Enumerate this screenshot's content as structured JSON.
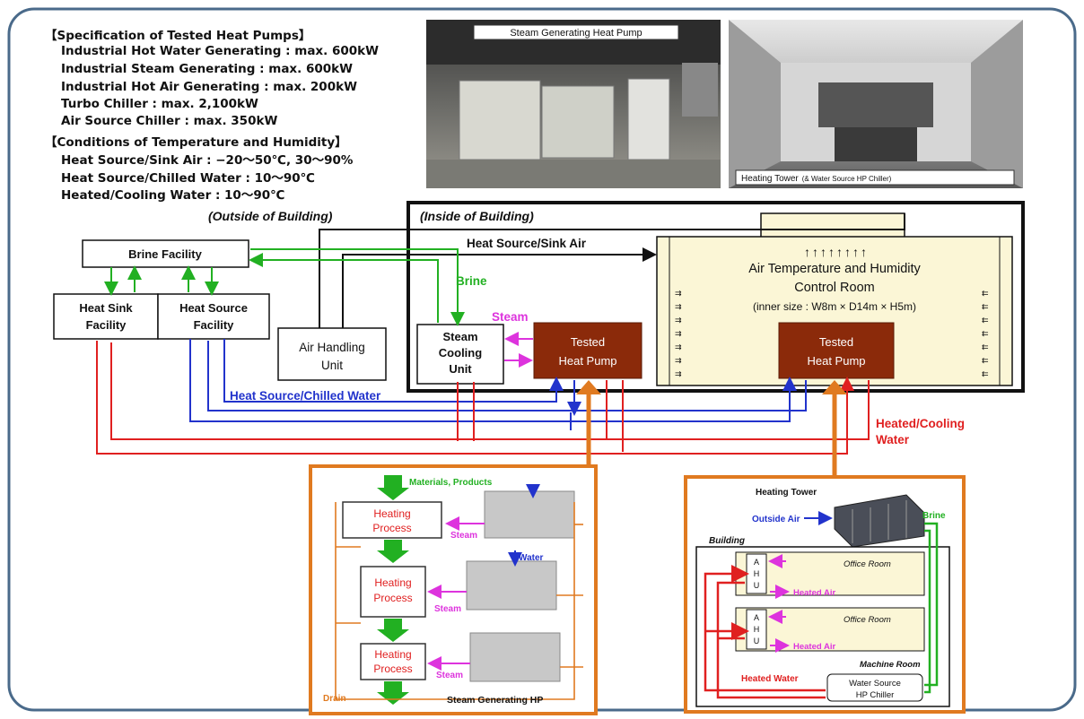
{
  "spec": {
    "heading1": "【Specification of Tested Heat Pumps】",
    "lines1": [
      "Industrial Hot Water Generating : max. 600kW",
      "Industrial Steam Generating : max. 600kW",
      "Industrial Hot Air Generating : max. 200kW",
      "Turbo Chiller : max. 2,100kW",
      "Air Source Chiller : max. 350kW"
    ],
    "heading2": "【Conditions of Temperature and Humidity】",
    "lines2": [
      "Heat Source/Sink Air : −20〜50℃, 30〜90%",
      "Heat Source/Chilled Water : 10〜90℃",
      "Heated/Cooling Water : 10〜90℃"
    ]
  },
  "photos": {
    "steam_caption": "Steam Generating Heat Pump",
    "tower_caption": "Heating Tower",
    "tower_caption_small": "(& Water Source HP Chiller)"
  },
  "regions": {
    "outside": "(Outside of Building)",
    "inside": "(Inside of Building)"
  },
  "boxes": {
    "brine_facility": "Brine Facility",
    "heat_sink": [
      "Heat Sink",
      "Facility"
    ],
    "heat_source": [
      "Heat Source",
      "Facility"
    ],
    "ahu": [
      "Air Handling",
      "Unit"
    ],
    "steam_cooling": [
      "Steam",
      "Cooling",
      "Unit"
    ],
    "tested_hp_left": [
      "Tested",
      "Heat Pump"
    ],
    "tested_hp_right": [
      "Tested",
      "Heat Pump"
    ],
    "room_arrows": "↑↑↑↑↑↑↑↑",
    "room_title": [
      "Air Temperature and Humidity",
      "Control Room"
    ],
    "room_size": "(inner size : W8m × D14m × H5m)"
  },
  "flows": {
    "air": "Heat Source/Sink Air",
    "brine": "Brine",
    "steam": "Steam",
    "chilled": "Heat Source/Chilled Water",
    "heated": [
      "Heated/Cooling",
      "Water"
    ]
  },
  "process_panel": {
    "materials": "Materials, Products",
    "heating_process": [
      "Heating",
      "Process"
    ],
    "steam": "Steam",
    "water": "Water",
    "drain": "Drain",
    "caption": "Steam Generating HP"
  },
  "tower_panel": {
    "title": "Heating Tower",
    "outside_air": "Outside Air",
    "brine": "Brine",
    "building": "Building",
    "office": "Office Room",
    "ahu": [
      "A",
      "H",
      "U"
    ],
    "heated_air": "Heated Air",
    "machine_room": "Machine Room",
    "heated_water": "Heated Water",
    "chiller": [
      "Water Source",
      "HP Chiller"
    ]
  },
  "colors": {
    "green": "#22b022",
    "blue": "#2233cc",
    "red": "#e02020",
    "magenta": "#dd33dd",
    "orange": "#e07a20",
    "hp_brown": "#8b2a0a",
    "room_fill": "#fbf6d6",
    "frame": "#4a6a8a"
  }
}
